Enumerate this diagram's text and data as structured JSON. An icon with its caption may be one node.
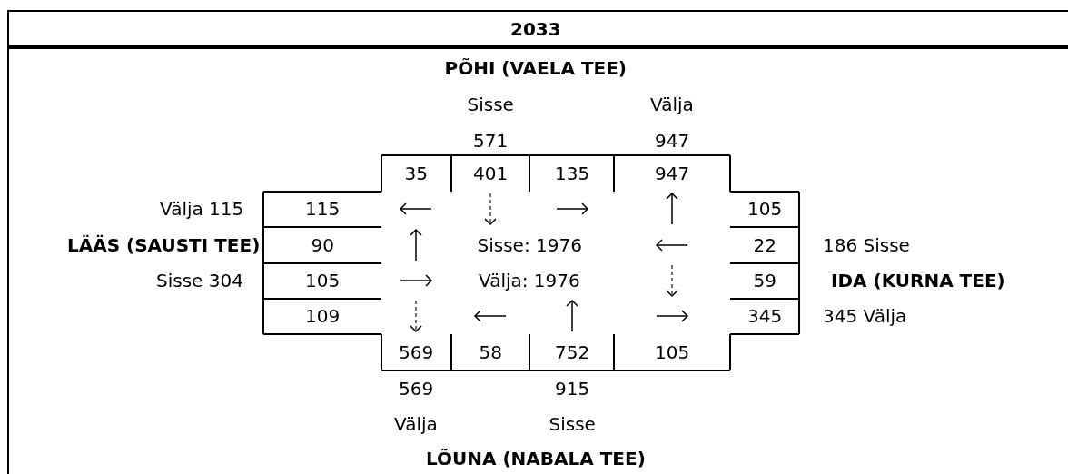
{
  "diagram": {
    "title": "2033",
    "labels": [
      "PÕHI (VAELA TEE)",
      "Sisse",
      "Välja",
      "571",
      "947",
      "35",
      "401",
      "135",
      "947",
      "Välja 115",
      "115",
      "105",
      "LÄÄS (SAUSTI TEE)",
      "90",
      "Sisse: 1976",
      "22",
      "186 Sisse",
      "Sisse 304",
      "105",
      "Välja: 1976",
      "59",
      "IDA (KURNA TEE)",
      "109",
      "345",
      "345 Välja",
      "569",
      "58",
      "752",
      "105",
      "569",
      "915",
      "Välja",
      "Sisse",
      "LÕUNA (NABALA TEE)"
    ]
  }
}
